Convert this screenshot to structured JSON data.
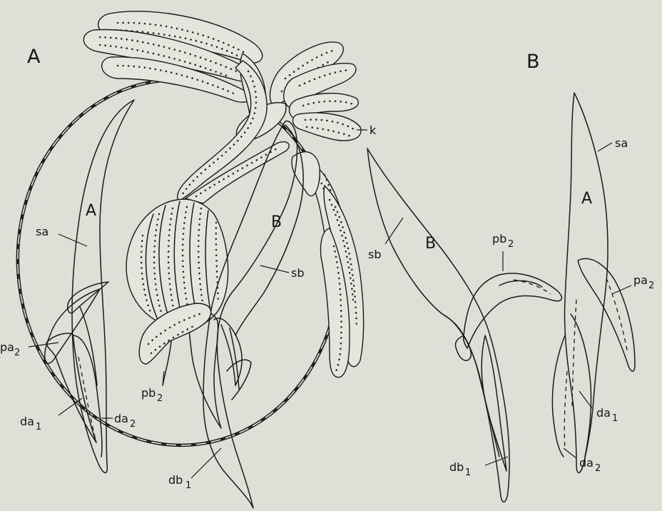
{
  "panels": {
    "left": {
      "label": "A"
    },
    "right": {
      "label": "B"
    }
  },
  "left_labels": {
    "part_a": "A",
    "part_b": "B",
    "sa": "sa",
    "sb": "sb",
    "k": "k",
    "pa2": "pa",
    "pa2_sub": "2",
    "da1": "da",
    "da1_sub": "1",
    "da2": "da",
    "da2_sub": "2",
    "pb2": "pb",
    "pb2_sub": "2",
    "db1": "db",
    "db1_sub": "1"
  },
  "right_labels": {
    "part_a": "A",
    "part_b": "B",
    "sa": "sa",
    "sb": "sb",
    "pb2": "pb",
    "pb2_sub": "2",
    "pa2": "pa",
    "pa2_sub": "2",
    "da1": "da",
    "da1_sub": "1",
    "da2": "da",
    "da2_sub": "2",
    "db1": "db",
    "db1_sub": "1"
  }
}
